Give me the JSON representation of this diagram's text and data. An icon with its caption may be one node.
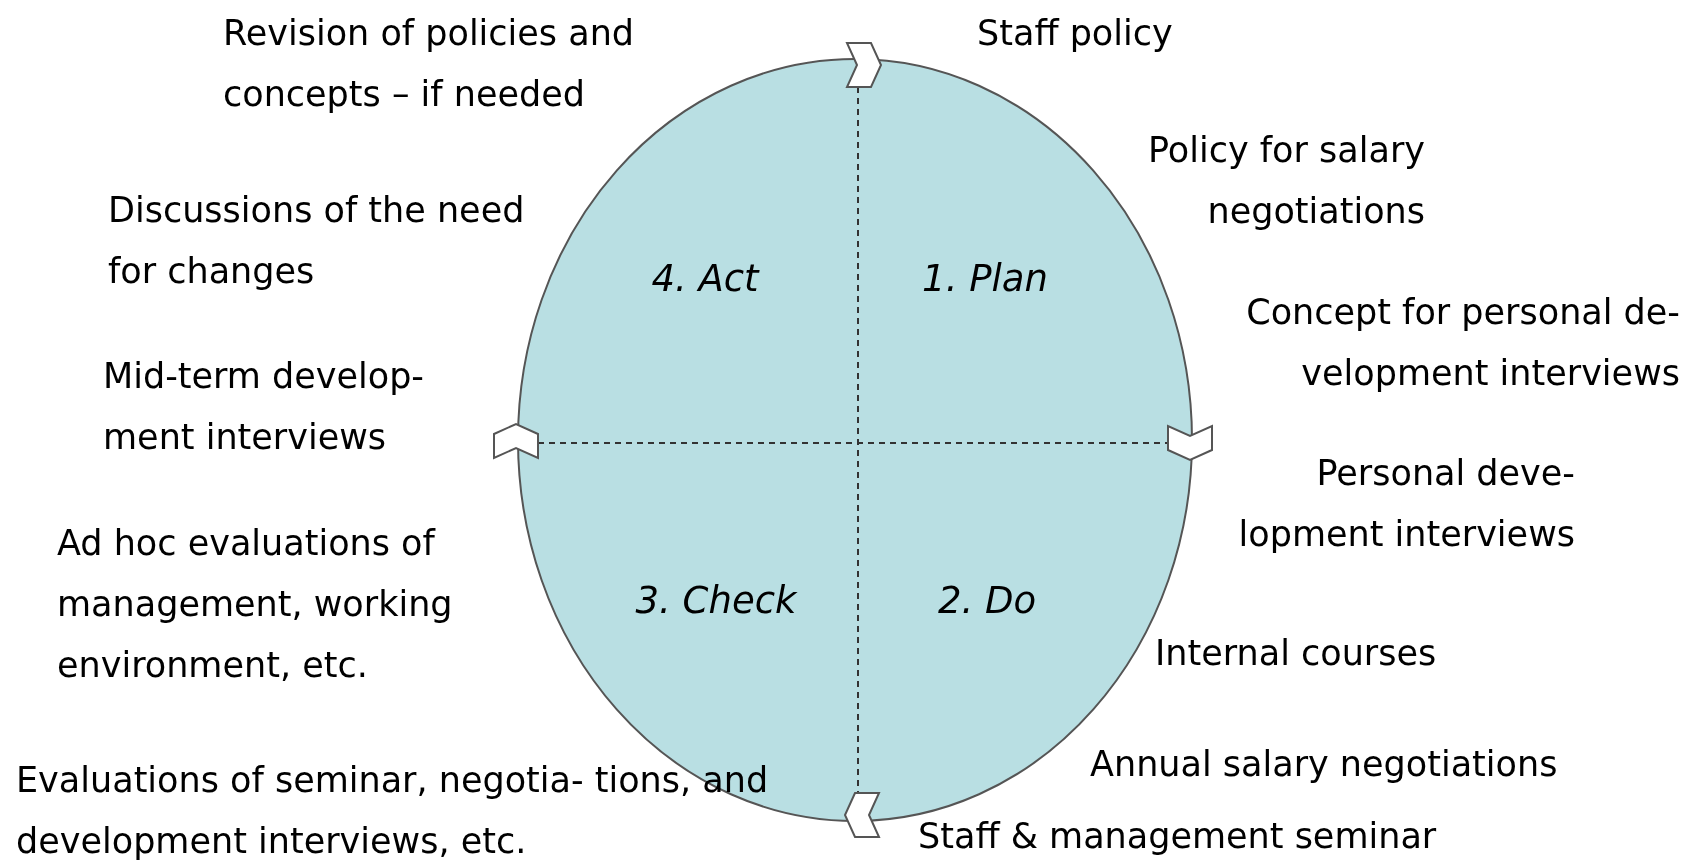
{
  "diagram": {
    "nodes": [
      {
        "text": [
          "4. Act",
          "1. Plan",
          "3. Check",
          "2. Do"
        ]
      }
    ],
    "labels": [
      "Revision of policies and concepts – if needed",
      "Staff policy",
      "Policy for salary negotiations",
      "Discussions of the need for changes",
      "Concept for personal de- velopment interviews",
      "Mid-term develop- ment interviews",
      "Personal deve- lopment interviews",
      "Ad hoc evaluations of management, working environment, etc.",
      "Internal courses",
      "Annual salary negotiations",
      "Evaluations of seminar, negotia- tions, and development interviews, etc.",
      "Staff & management seminar"
    ]
  }
}
